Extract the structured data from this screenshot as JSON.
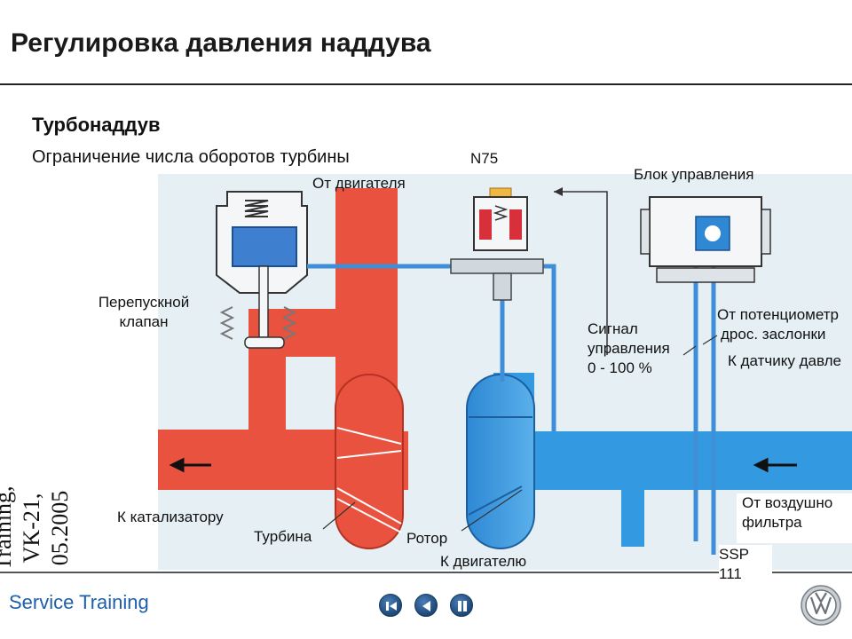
{
  "header": {
    "title": "Регулировка давления наддува"
  },
  "section": {
    "subtitle": "Турбонаддув",
    "caption": "Ограничение числа оборотов турбины"
  },
  "labels": {
    "from_engine": "От двигателя",
    "n75": "N75",
    "control_unit": "Блок управления",
    "bypass_valve_line1": "Перепускной",
    "bypass_valve_line2": "клапан",
    "signal_line1": "Сигнал",
    "signal_line2": "управления",
    "signal_line3": "0 - 100 %",
    "from_pot_line1": "От потенциометр",
    "from_pot_line2": "дрос. заслонки",
    "to_pressure_sensor": "К датчику давле",
    "to_catalyst": "К катализатору",
    "turbine": "Турбина",
    "rotor": "Ротор",
    "to_engine": "К двигателю",
    "from_air_filter_line1": "От воздушно",
    "from_air_filter_line2": "фильтра"
  },
  "side_text": {
    "line1": "Training,",
    "line2": "VK-21,",
    "line3": "05.2005"
  },
  "footer": {
    "brand": "Service Training",
    "ssp_line1": "SSP",
    "ssp_line2": "111"
  },
  "colors": {
    "exhaust_red": "#e8523f",
    "intake_blue": "#3399e0",
    "background_panel": "#e6f0f4",
    "accent_blue": "#1f5fa8"
  }
}
